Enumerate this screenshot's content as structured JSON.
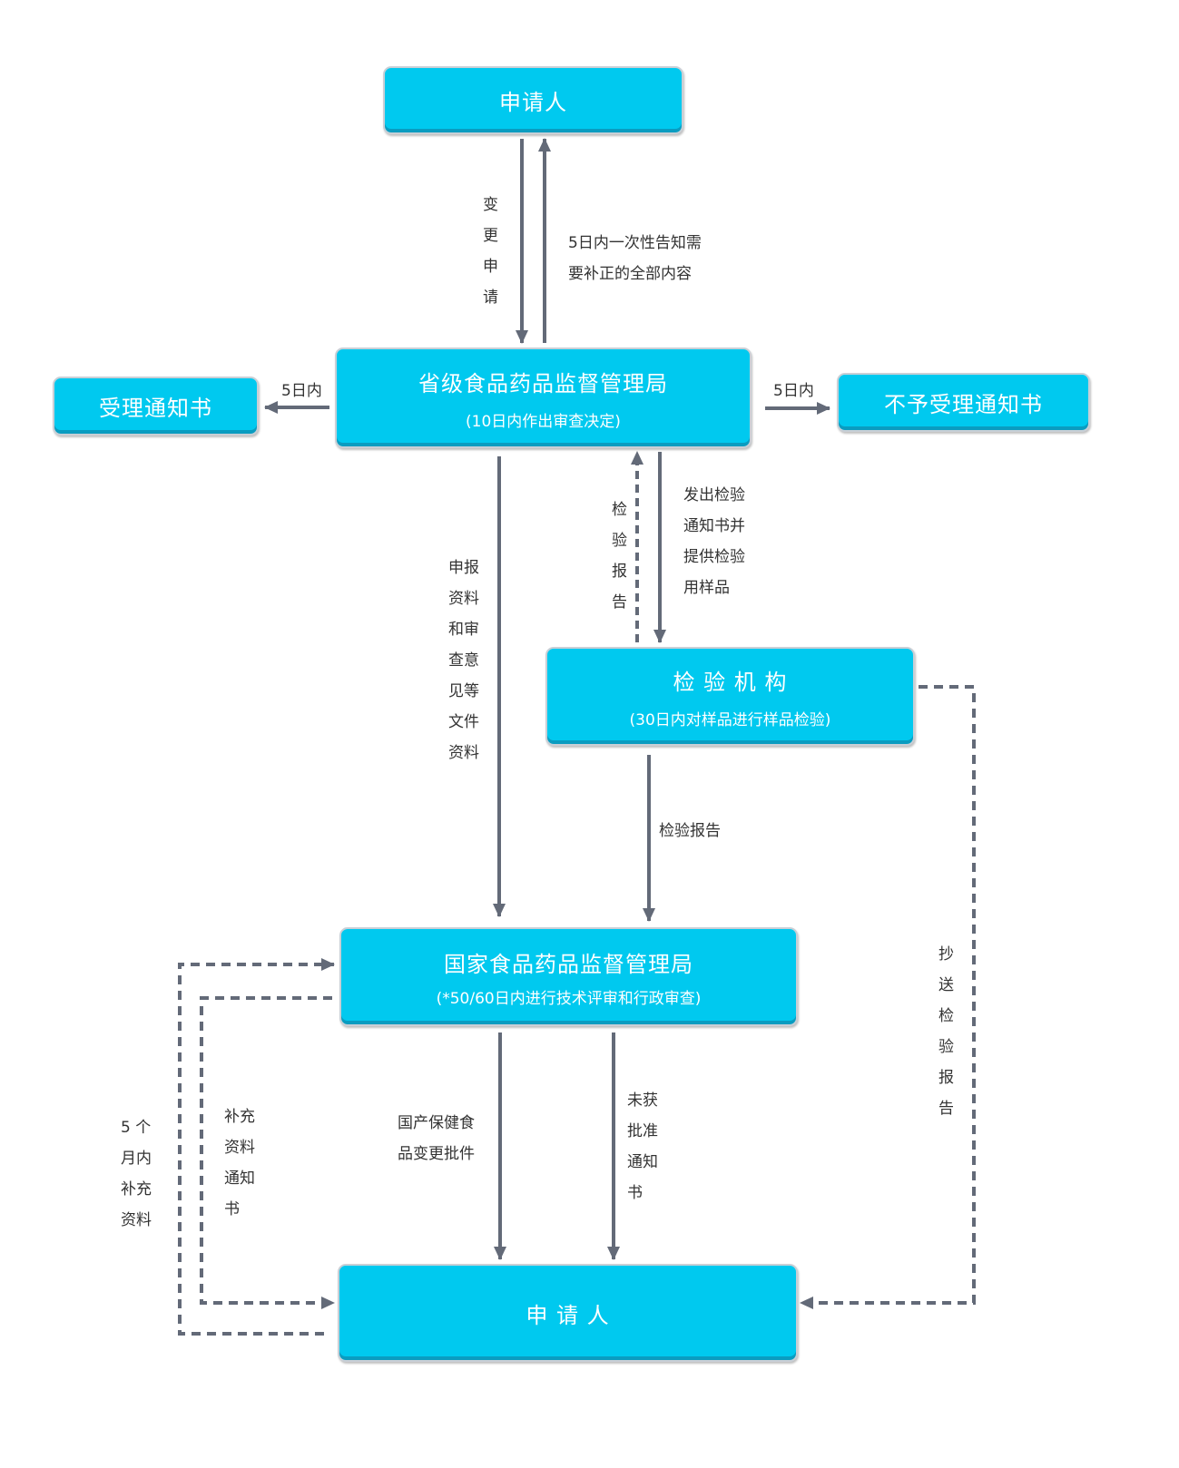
{
  "nodes": {
    "applicant_top": {
      "title": "申请人"
    },
    "provincial": {
      "title": "省级食品药品监督管理局",
      "subtitle": "(10日内作出审查决定)"
    },
    "acceptance_notice": {
      "title": "受理通知书"
    },
    "rejection_notice": {
      "title": "不予受理通知书"
    },
    "inspection": {
      "title": "检 验 机 构",
      "subtitle": "(30日内对样品进行样品检验)"
    },
    "national": {
      "title": "国家食品药品监督管理局",
      "subtitle": "(*50/60日内进行技术评审和行政审查)"
    },
    "applicant_bottom": {
      "title": "申 请 人"
    }
  },
  "edge_labels": {
    "change_application": "变\n更\n申\n请",
    "notify_corrections": "5日内一次性告知需\n要补正的全部内容",
    "within_5_days_left": "5日内",
    "within_5_days_right": "5日内",
    "submit_documents": "申报\n资料\n和审\n查意\n见等\n文件\n资料",
    "inspection_report_up": "检\n验\n报\n告",
    "issue_inspection_notice": "发出检验\n通知书并\n提供检验\n用样品",
    "inspection_report_down": "检验报告",
    "copy_inspection_report": "抄\n送\n检\n验\n报\n告",
    "supplement_within_5_months": "5 个\n月内\n补充\n资料",
    "supplement_notice": "补充\n资料\n通知\n书",
    "approval_document": "国产保健食\n品变更批件",
    "not_approved_notice": "未获\n批准\n通知\n书"
  },
  "colors": {
    "node_fill": "#00c9ef",
    "arrow": "#636a78"
  }
}
